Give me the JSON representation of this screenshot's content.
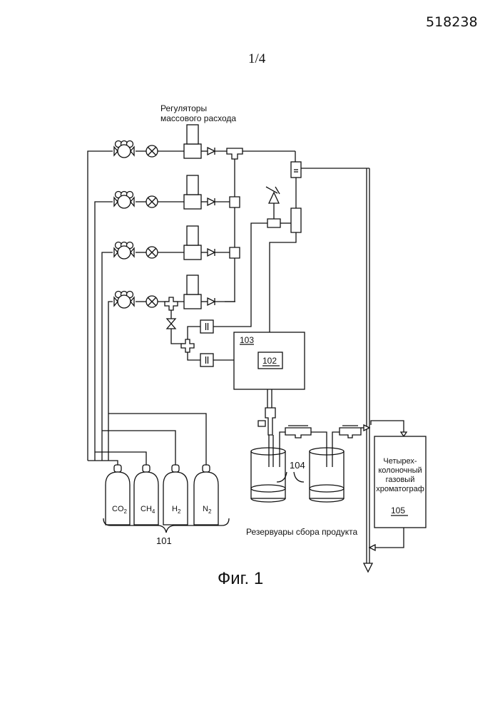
{
  "header": {
    "doc_number": "518238",
    "sheet": "1/4"
  },
  "labels": {
    "mass_flow_line1": "Регуляторы",
    "mass_flow_line2": "массового расхода",
    "unit_103": "103",
    "unit_102": "102",
    "reservoirs_number": "104",
    "reservoirs_caption": "Резервуары сбора продукта",
    "cylinders_number": "101",
    "chromatograph_line1": "Четырех-",
    "chromatograph_line2": "колоночный",
    "chromatograph_line3": "газовый",
    "chromatograph_line4": "хроматограф",
    "chromatograph_number": "105"
  },
  "cylinders": [
    {
      "gas": "CO",
      "sub": "2"
    },
    {
      "gas": "CH",
      "sub": "4"
    },
    {
      "gas": "H",
      "sub": "2"
    },
    {
      "gas": "N",
      "sub": "2"
    }
  ],
  "caption": "Фиг. 1"
}
